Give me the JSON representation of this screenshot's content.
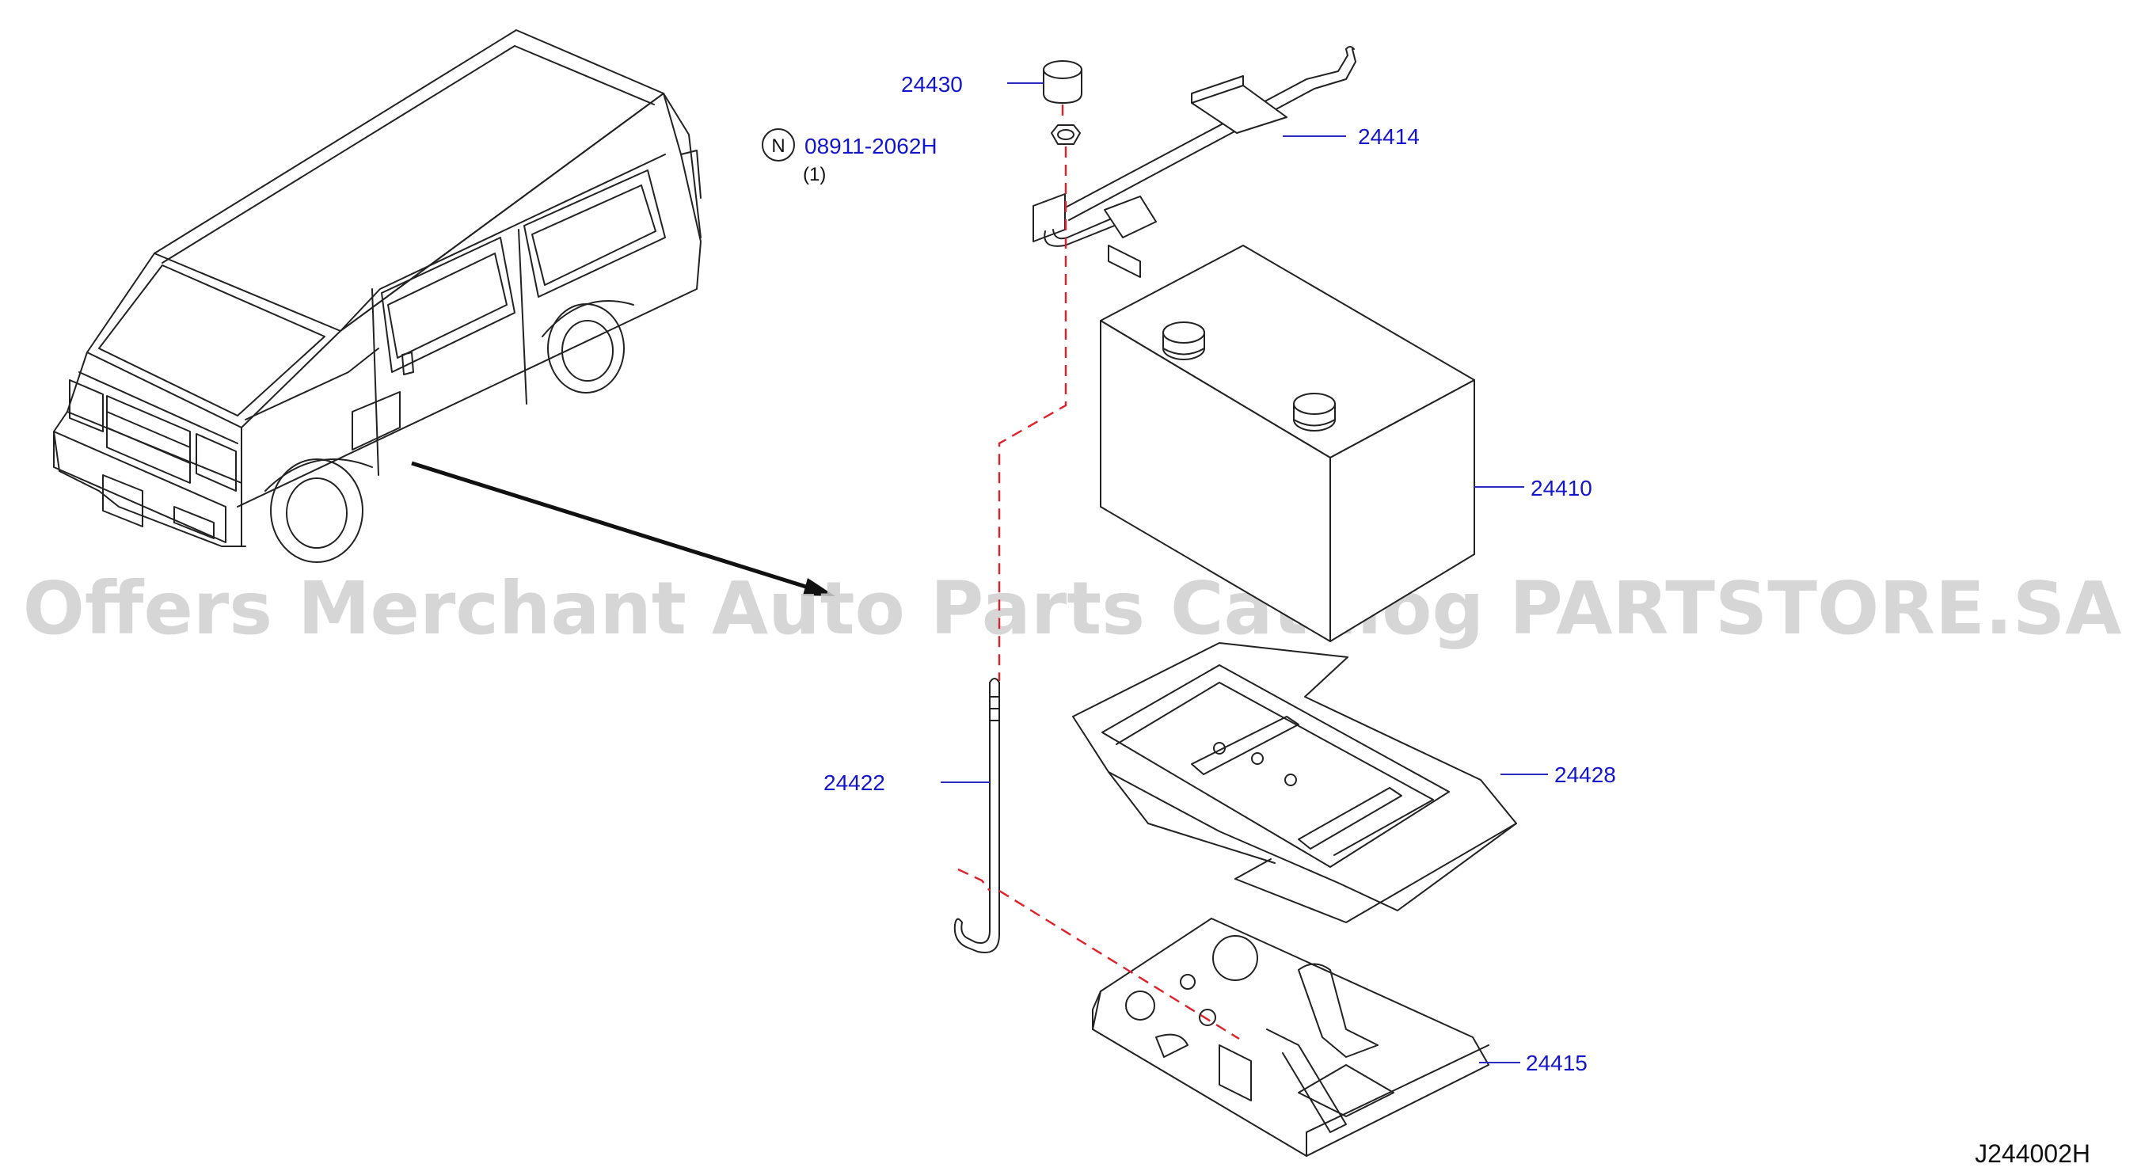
{
  "watermark": "Offers Merchant Auto Parts Catalog PARTSTORE.SA",
  "diagram_code": "J244002H",
  "note": {
    "symbol": "N",
    "part": "08911-2062H",
    "qty": "(1)"
  },
  "parts": [
    {
      "id": "cap",
      "number": "24430"
    },
    {
      "id": "hold-down-rod",
      "number": "24414"
    },
    {
      "id": "battery",
      "number": "24410"
    },
    {
      "id": "frame-rod",
      "number": "24422"
    },
    {
      "id": "battery-frame",
      "number": "24428"
    },
    {
      "id": "battery-tray",
      "number": "24415"
    }
  ],
  "colors": {
    "label": "#1515cc",
    "leader": "#2a2ac0",
    "assembly_line": "#e0202a",
    "watermark": "#cfcfcf"
  }
}
